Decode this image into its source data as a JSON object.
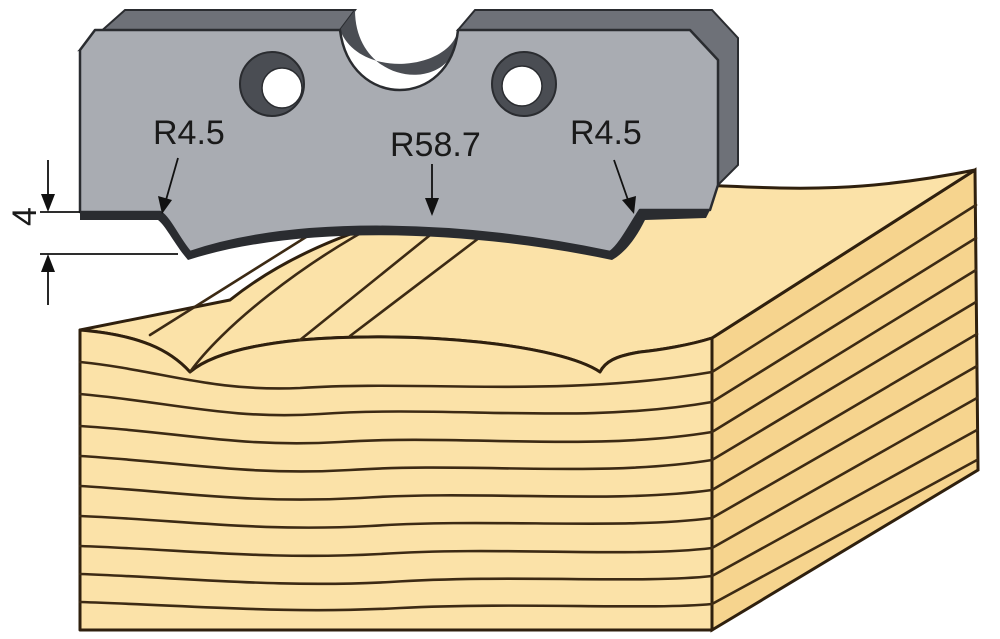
{
  "labels": {
    "radius_left": "R4.5",
    "radius_center": "R58.7",
    "radius_right": "R4.5",
    "depth_dimension": "4"
  },
  "colors": {
    "blade_face": "#a9acb2",
    "blade_top": "#6e7178",
    "blade_edge": "#4a4d53",
    "wood_face": "#fbe2a8",
    "wood_grain": "#3c2a14",
    "wood_outline": "#2f200e",
    "background": "#ffffff"
  },
  "icons": {
    "hole_left": "mounting-hole",
    "hole_right": "mounting-hole",
    "notch": "half-round-notch"
  }
}
